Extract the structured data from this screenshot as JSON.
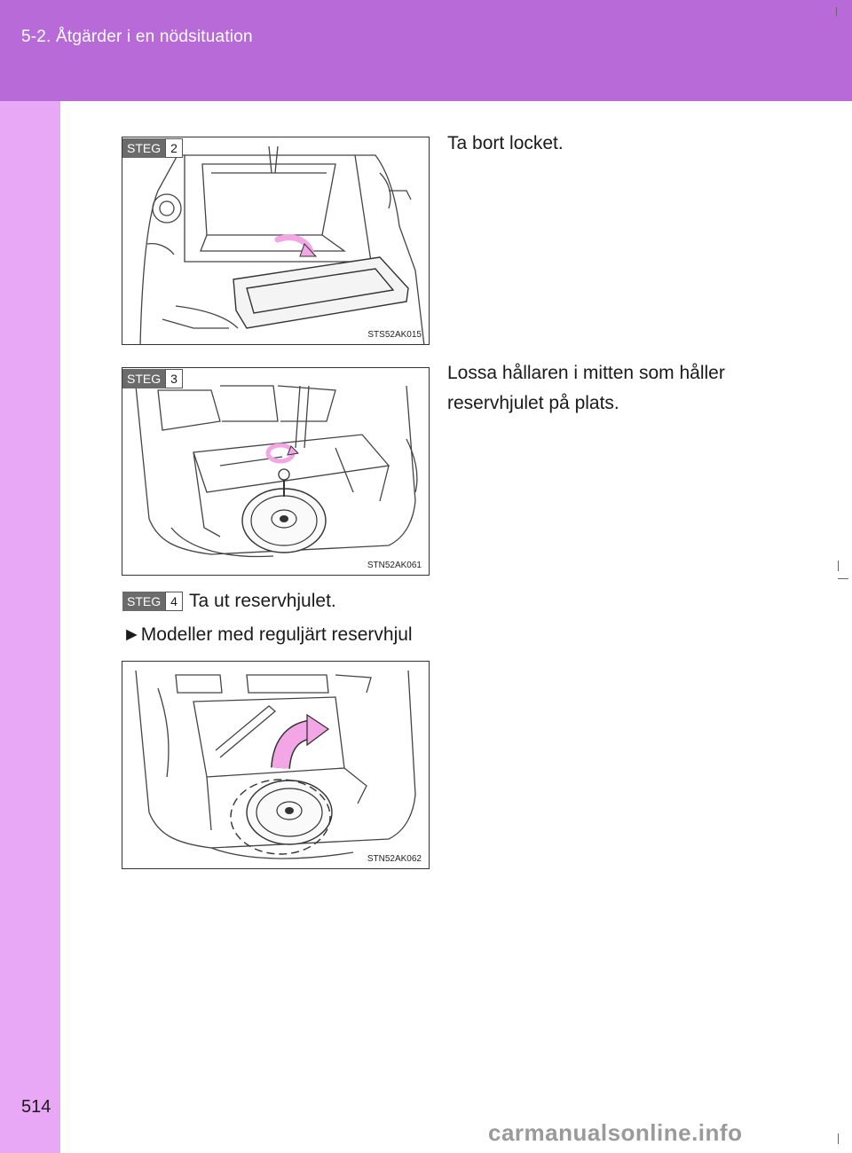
{
  "header": {
    "title": "5-2. Åtgärder i en nödsituation"
  },
  "steps": [
    {
      "badge": "STEG",
      "number": "2",
      "text": "Ta bort locket.",
      "figure_code": "STS52AK015"
    },
    {
      "badge": "STEG",
      "number": "3",
      "text_line1": "Lossa hållaren i mitten som håller",
      "text_line2": "reservhjulet på plats.",
      "figure_code": "STN52AK061"
    },
    {
      "badge": "STEG",
      "number": "4",
      "text": "Ta ut reservhjulet."
    }
  ],
  "subsection": {
    "marker": "►",
    "text": "Modeller med reguljärt reservhjul"
  },
  "figure3": {
    "figure_code": "STN52AK062"
  },
  "footer": {
    "page_number": "514",
    "watermark": "carmanualsonline.info"
  },
  "colors": {
    "header": "#b86bd8",
    "side_strip": "#e9a8f6",
    "arrow": "#f3a6e6"
  }
}
